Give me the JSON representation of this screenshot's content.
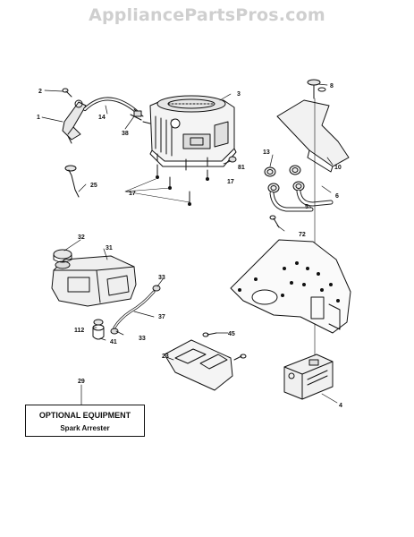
{
  "watermark": "AppliancePartsPros.com",
  "callouts": {
    "c1": "1",
    "c2": "2",
    "c3": "3",
    "c4": "4",
    "c5": "5",
    "c6": "6",
    "c8": "8",
    "c10": "10",
    "c13": "13",
    "c14": "14",
    "c17a": "17",
    "c17b": "17",
    "c23": "23",
    "c25": "25",
    "c29": "29",
    "c31": "31",
    "c32": "32",
    "c33a": "33",
    "c33b": "33",
    "c37": "37",
    "c38": "38",
    "c41": "41",
    "c45": "45",
    "c72": "72",
    "c81": "81",
    "c112": "112"
  },
  "optional_box": {
    "title": "OPTIONAL EQUIPMENT",
    "item": "Spark Arrester"
  }
}
